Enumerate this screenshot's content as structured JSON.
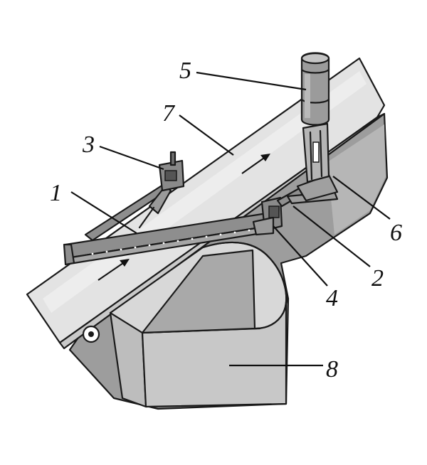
{
  "figure": {
    "labels": [
      {
        "id": "1",
        "text": "1"
      },
      {
        "id": "2",
        "text": "2"
      },
      {
        "id": "3",
        "text": "3"
      },
      {
        "id": "4",
        "text": "4"
      },
      {
        "id": "5",
        "text": "5"
      },
      {
        "id": "6",
        "text": "6"
      },
      {
        "id": "7",
        "text": "7"
      },
      {
        "id": "8",
        "text": "8"
      }
    ],
    "colors": {
      "belt": "#e2e2e2",
      "chute_dark": "#9a9a9a",
      "chute_mid": "#b4b4b4",
      "bin": "#c4c4c4",
      "bin_inner": "#dadada",
      "rail": "#8d8d8d",
      "motor": "#9b9b9b",
      "ink": "#1a1a1a"
    }
  }
}
